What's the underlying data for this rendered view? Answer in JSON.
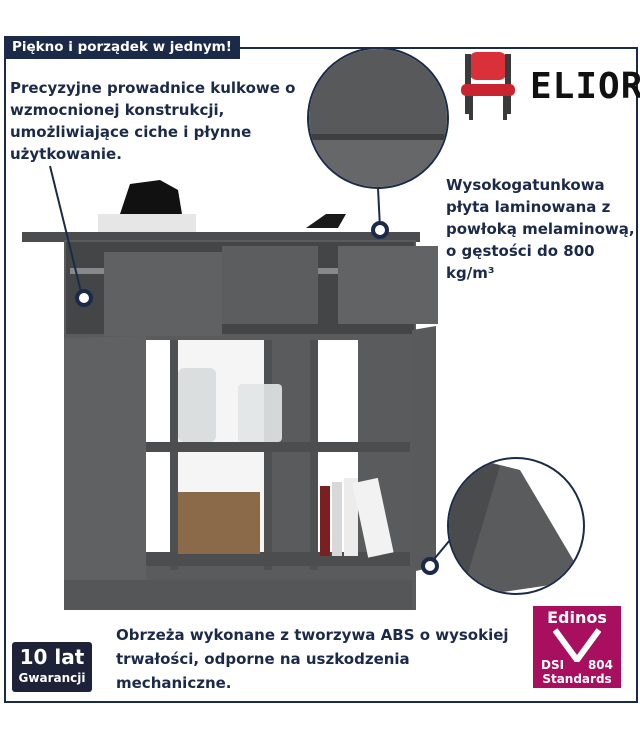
{
  "header": {
    "title": "Piękno i porządek w jednym!"
  },
  "brand": {
    "name": "ELIOR",
    "icon": "chair-icon"
  },
  "callouts": {
    "left": "Precyzyjne prowadnice kulkowe o wzmocnionej konstrukcji, umożliwiające ciche i płynne użytkowanie.",
    "right": "Wysokogatunkowa płyta laminowana z powłoką melaminową, o gęstości do 800 kg/m³",
    "bottom": "Obrzeża wykonane z tworzywa ABS o wysokiej trwałości, odporne na uszkodzenia mechaniczne."
  },
  "warranty": {
    "line1": "10 lat",
    "line2": "Gwarancji"
  },
  "certificate": {
    "title": "Edinos",
    "left": "DSI",
    "right": "804",
    "bottom": "Standards"
  },
  "colors": {
    "navy": "#1c2a4a",
    "furniture": "#555657",
    "badge": "#a80f5e"
  }
}
